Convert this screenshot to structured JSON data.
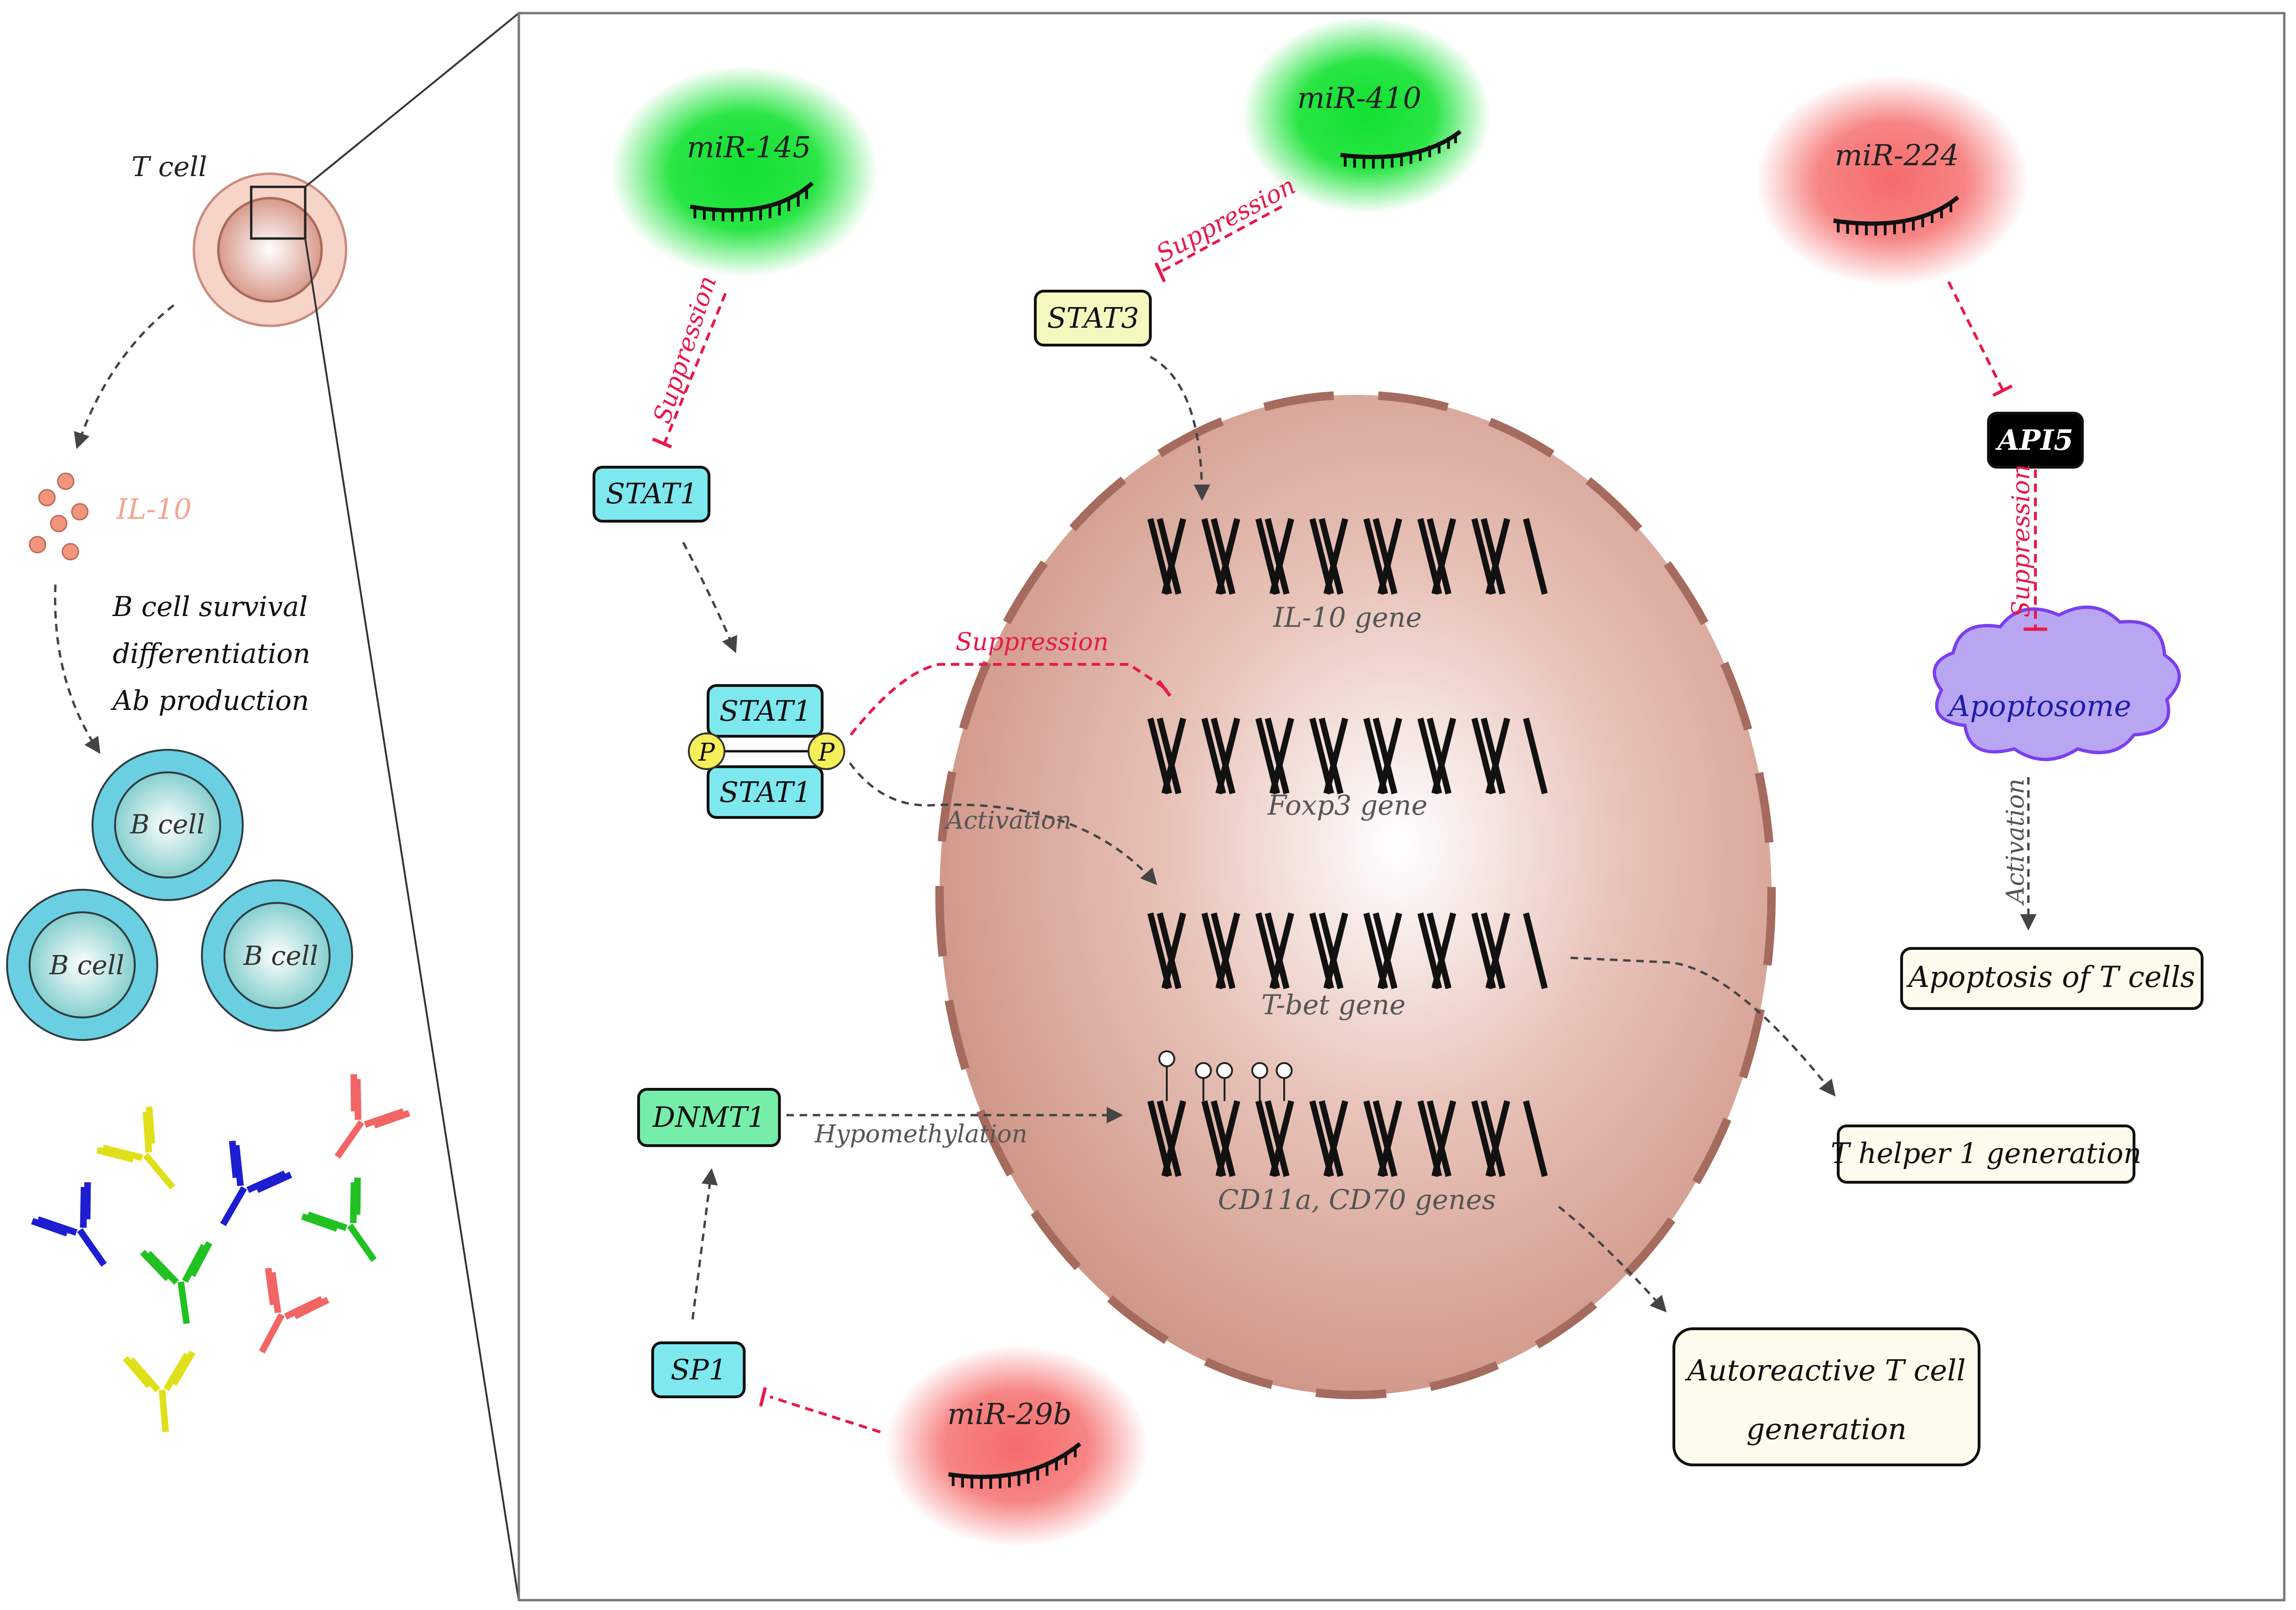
{
  "left": {
    "t_cell_label": "T cell",
    "il10_label": "IL-10",
    "effect_lines": [
      "B cell survival",
      "differentiation",
      "Ab production"
    ],
    "b_cell_label": "B cell"
  },
  "mirnas": {
    "mir145": "miR-145",
    "mir410": "miR-410",
    "mir224": "miR-224",
    "mir29b": "miR-29b"
  },
  "proteins": {
    "stat1": "STAT1",
    "stat3": "STAT3",
    "api5": "API5",
    "apoptosome": "Apoptosome",
    "dnmt1": "DNMT1",
    "sp1": "SP1",
    "phospho": "P"
  },
  "genes": {
    "il10": "IL-10 gene",
    "foxp3": "Foxp3 gene",
    "tbet": "T-bet gene",
    "cd11a": "CD11a, CD70 genes"
  },
  "labels": {
    "suppression": "Suppression",
    "activation": "Activation",
    "hypomethylation": "Hypomethylation"
  },
  "outcomes": {
    "apoptosis": "Apoptosis of T cells",
    "th1": "T helper 1 generation",
    "autoreactive_line1": "Autoreactive T cell",
    "autoreactive_line2": "generation"
  },
  "colors": {
    "suppression": "#e8194a",
    "mir_green": "#22e03a",
    "mir_red": "#f77d7d",
    "stat_box": "#7ee8ef",
    "stat3_box": "#f5f7bf",
    "dnmt1_box": "#76eeaa",
    "api5_box": "#000000",
    "apoptosome": "#b9a6f2",
    "outcome_box": "#fcfbec",
    "b_cell": "#6acfe0",
    "nucleus": "#d9a093"
  }
}
